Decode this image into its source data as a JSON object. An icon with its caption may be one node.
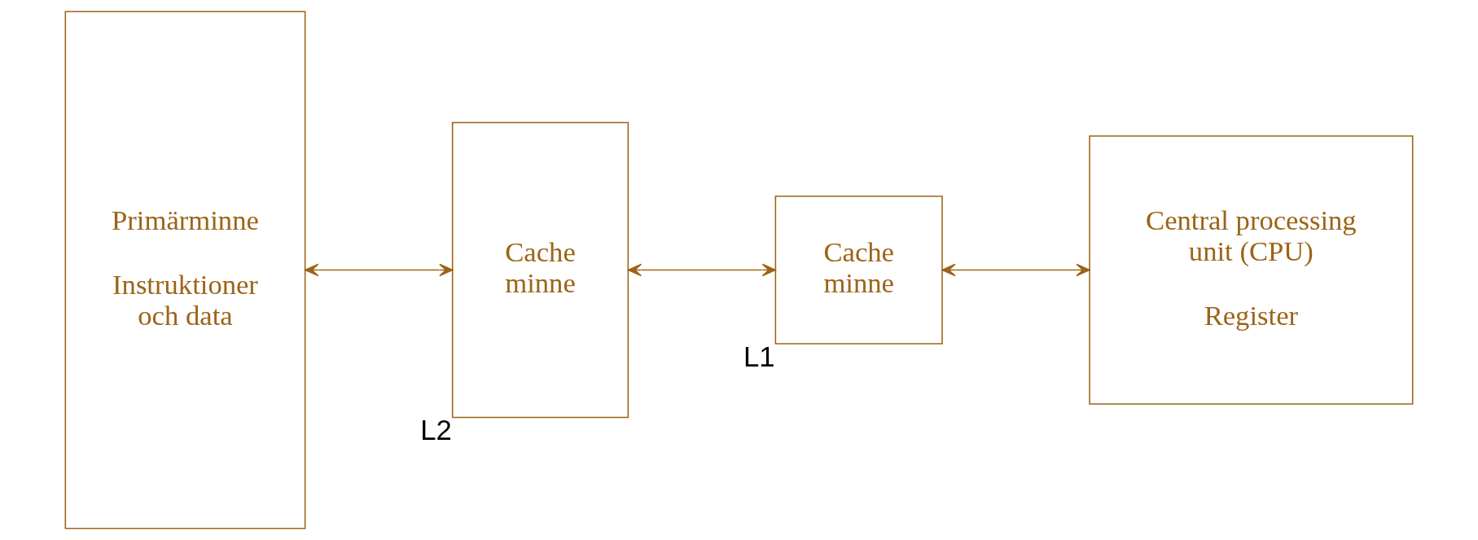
{
  "diagram": {
    "nodes": [
      {
        "text": [
          "Primärminne",
          "Instruktioner och data"
        ]
      },
      {
        "text": [
          "Cache minne"
        ],
        "beside": [
          "L2"
        ]
      },
      {
        "text": [
          "Cache minne"
        ],
        "beside": [
          "L1"
        ]
      },
      {
        "text": [
          "Central processing unit (CPU)",
          "Register"
        ]
      }
    ],
    "edges": [
      {
        "from": 0,
        "to": 1,
        "arrow": "both"
      },
      {
        "from": 1,
        "to": 2,
        "arrow": "both"
      },
      {
        "from": 2,
        "to": 3,
        "arrow": "both"
      }
    ]
  }
}
